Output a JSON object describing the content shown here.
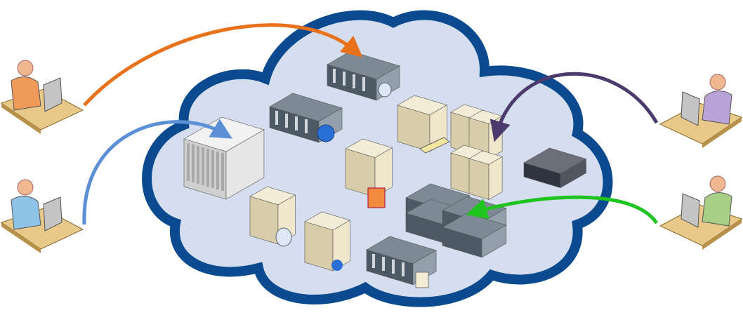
{
  "diagram": {
    "type": "cloud-computing-network",
    "colors": {
      "cloud_outline": "#0b4a8f",
      "cloud_fill": "#d5deef",
      "arrow_orange": "#e8711a",
      "arrow_blue": "#5b8fd6",
      "arrow_purple": "#4b3a6b",
      "arrow_green": "#1fc41f",
      "user_orange": "#f09a5a",
      "user_blue": "#8fc3e8",
      "user_purple": "#b9a3d6",
      "user_green": "#a8cf86"
    },
    "users": [
      {
        "icon": "user-at-workstation-icon",
        "color": "orange",
        "side": "left"
      },
      {
        "icon": "user-at-workstation-icon",
        "color": "blue",
        "side": "left"
      },
      {
        "icon": "user-at-workstation-icon",
        "color": "purple",
        "side": "right"
      },
      {
        "icon": "user-at-workstation-icon",
        "color": "green",
        "side": "right"
      }
    ],
    "servers": [
      "rack-server-database-icon",
      "rack-server-web-icon",
      "blade-chassis-icon",
      "tower-server-icon",
      "tower-server-network-card-icon",
      "server-cluster-icon",
      "tower-server-firewall-icon",
      "tower-server-database-icon",
      "tower-server-web-icon",
      "rack-server-stack-icon",
      "appliance-box-icon",
      "rack-server-document-icon"
    ]
  }
}
